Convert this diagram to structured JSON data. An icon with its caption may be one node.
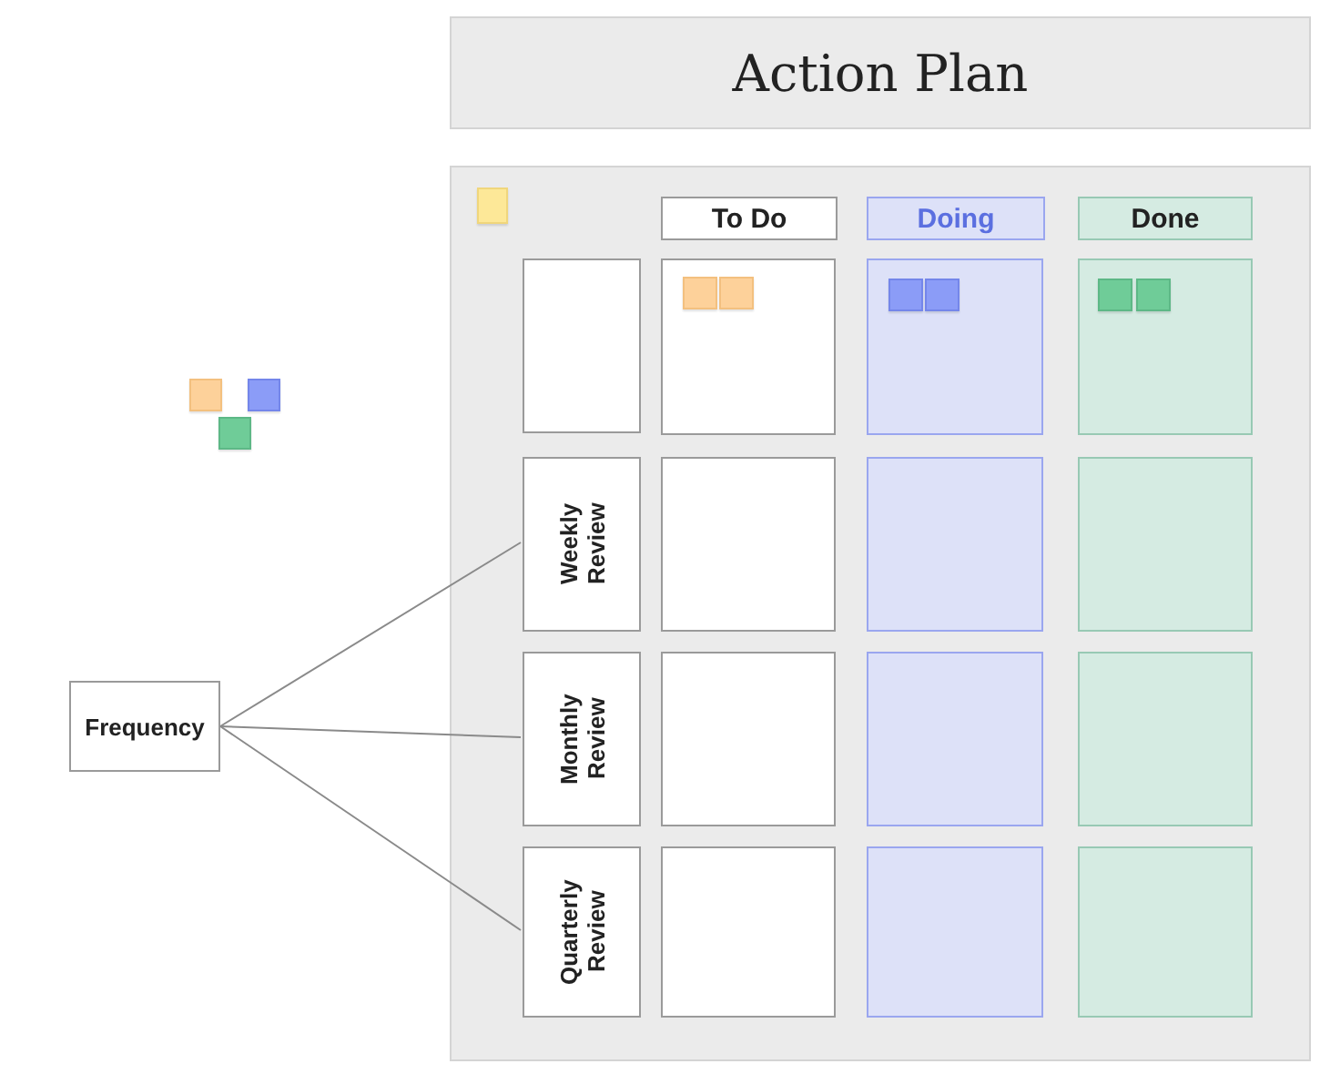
{
  "diagram": {
    "title": "Action Plan",
    "nodes": [
      {
        "text": [],
        "shape": "box"
      },
      {
        "text": [],
        "shape": "box"
      },
      {
        "text": [],
        "shape": "box"
      },
      {
        "text": [],
        "shape": "box"
      },
      {
        "text": [],
        "shape": "box",
        "in": 3
      },
      {
        "text": [
          "To Do"
        ],
        "in": 3
      },
      {
        "text": [
          "Doing"
        ],
        "in": 3
      },
      {
        "text": [
          "Done"
        ],
        "in": 3
      },
      {
        "text": [],
        "shape": "box",
        "in": 3
      },
      {
        "text": [],
        "shape": "box",
        "in": 3
      },
      {
        "text": [],
        "shape": "box",
        "in": 9
      },
      {
        "text": [],
        "shape": "box",
        "in": 9
      },
      {
        "text": [],
        "shape": "box",
        "in": 3
      },
      {
        "text": [],
        "shape": "box",
        "in": 12
      },
      {
        "text": [],
        "shape": "box",
        "in": 12
      },
      {
        "text": [],
        "shape": "box",
        "in": 3
      },
      {
        "text": [],
        "shape": "box",
        "in": 15
      },
      {
        "text": [],
        "shape": "box",
        "in": 15
      },
      {
        "text": [
          "Weekly Review"
        ],
        "in": 3
      },
      {
        "text": [],
        "shape": "box",
        "in": 3
      },
      {
        "text": [],
        "shape": "box",
        "in": 3
      },
      {
        "text": [],
        "shape": "box",
        "in": 3
      },
      {
        "text": [
          "Monthly Review"
        ],
        "in": 3
      },
      {
        "text": [],
        "shape": "box",
        "in": 3
      },
      {
        "text": [],
        "shape": "box",
        "in": 3
      },
      {
        "text": [],
        "shape": "box",
        "in": 3
      },
      {
        "text": [
          "Quarterly Review"
        ],
        "in": 3
      },
      {
        "text": [],
        "shape": "box",
        "in": 3
      },
      {
        "text": [],
        "shape": "box",
        "in": 3
      },
      {
        "text": [],
        "shape": "box",
        "in": 3
      },
      {
        "text": [
          "Frequency"
        ]
      }
    ],
    "edges": [
      {
        "from": 30,
        "to": 18,
        "arrow": "none"
      },
      {
        "from": 30,
        "to": 22,
        "arrow": "none"
      },
      {
        "from": 30,
        "to": 26,
        "arrow": "none"
      }
    ]
  }
}
